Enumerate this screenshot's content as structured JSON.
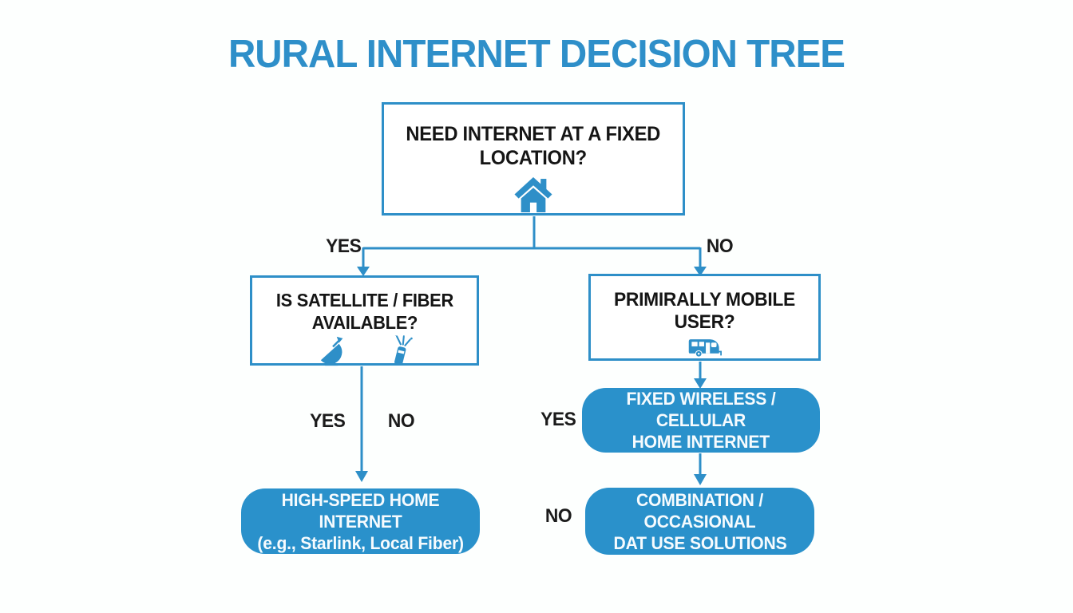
{
  "colors": {
    "background": "#fdfffe",
    "accent_blue": "#2e8fc9",
    "box_fill_blue": "#2a91cb",
    "text_dark": "#151515",
    "text_light": "#f6fbfe"
  },
  "title": "RURAL INTERNET DECISION TREE",
  "tree": {
    "root_question": {
      "line1": "NEED INTERNET AT A FIXED",
      "line2": "LOCATION?",
      "icon": "house-icon"
    },
    "left_question": {
      "line1": "IS SATELLITE / FIBER",
      "line2": "AVAILABLE?",
      "icons": [
        "satellite-dish-icon",
        "fiber-optic-icon"
      ]
    },
    "right_question": {
      "line1": "PRIMIRALLY MOBILE USER?",
      "icon": "rv-camper-icon"
    },
    "branch_labels": {
      "root_yes": "YES",
      "root_no": "NO",
      "left_yes": "YES",
      "left_no": "NO",
      "right_yes": "YES",
      "right_no": "NO"
    },
    "outcomes": {
      "high_speed": {
        "line1": "HIGH-SPEED HOME INTERNET",
        "line2": "(e.g., Starlink, Local Fiber)"
      },
      "fixed_wireless": {
        "line1": "FIXED WIRELESS / CELLULAR",
        "line2": "HOME INTERNET"
      },
      "combination": {
        "line1": "COMBINATION / OCCASIONAL",
        "line2": "DAT USE SOLUTIONS"
      }
    }
  }
}
